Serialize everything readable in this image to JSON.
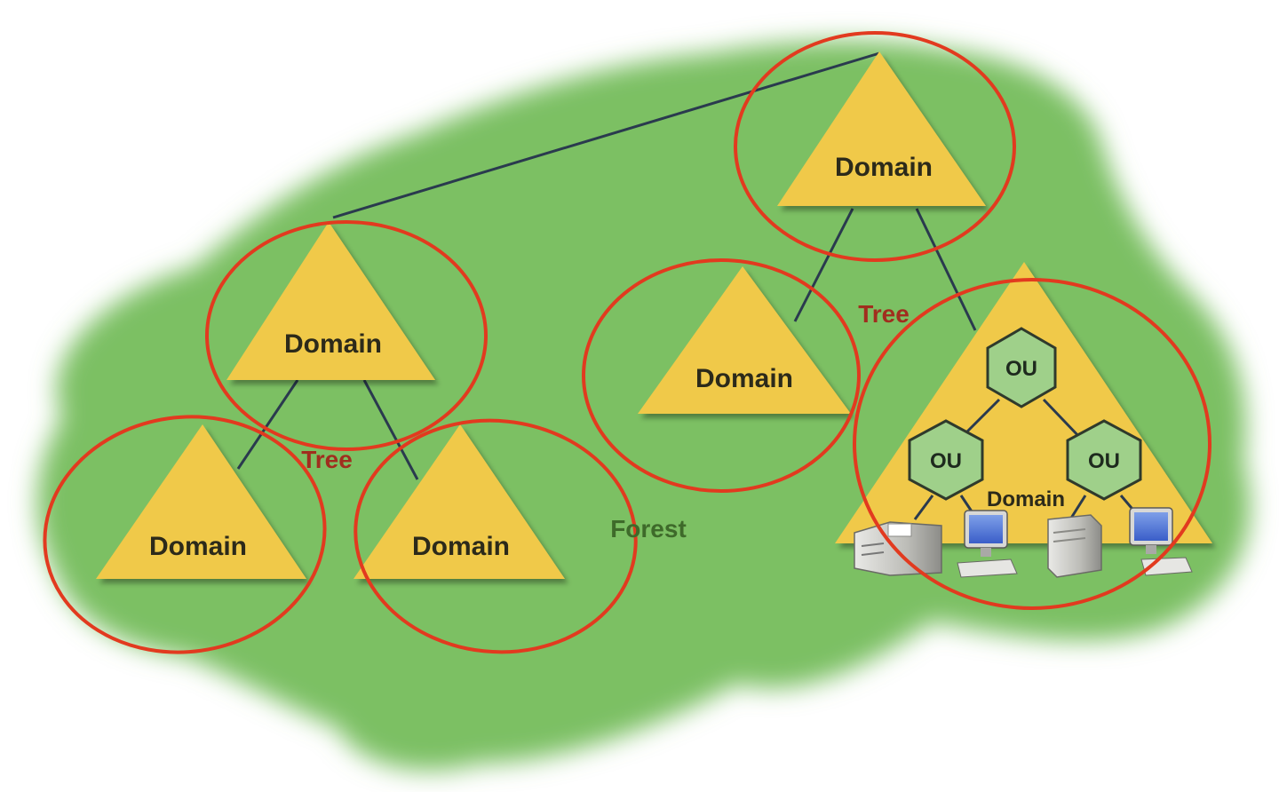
{
  "diagram": {
    "forest_label": "Forest",
    "tree_labels": [
      "Tree",
      "Tree"
    ],
    "domain_label": "Domain",
    "ou_label": "OU"
  },
  "colors": {
    "background": "#ffffff",
    "forest": "#7cc063",
    "domain_fill": "#f0c94a",
    "domain_text": "#2c2a1a",
    "highlight_ring": "#e23a1f",
    "tree_text": "#a12d1e",
    "forest_text": "#3e6a2a",
    "connector": "#2a3a4e",
    "ou_fill": "#9fd08a",
    "ou_stroke": "#2f3a2c",
    "ou_text": "#1e2a1e"
  },
  "icons": [
    "server-icon",
    "monitor-icon",
    "server-icon",
    "monitor-icon"
  ]
}
